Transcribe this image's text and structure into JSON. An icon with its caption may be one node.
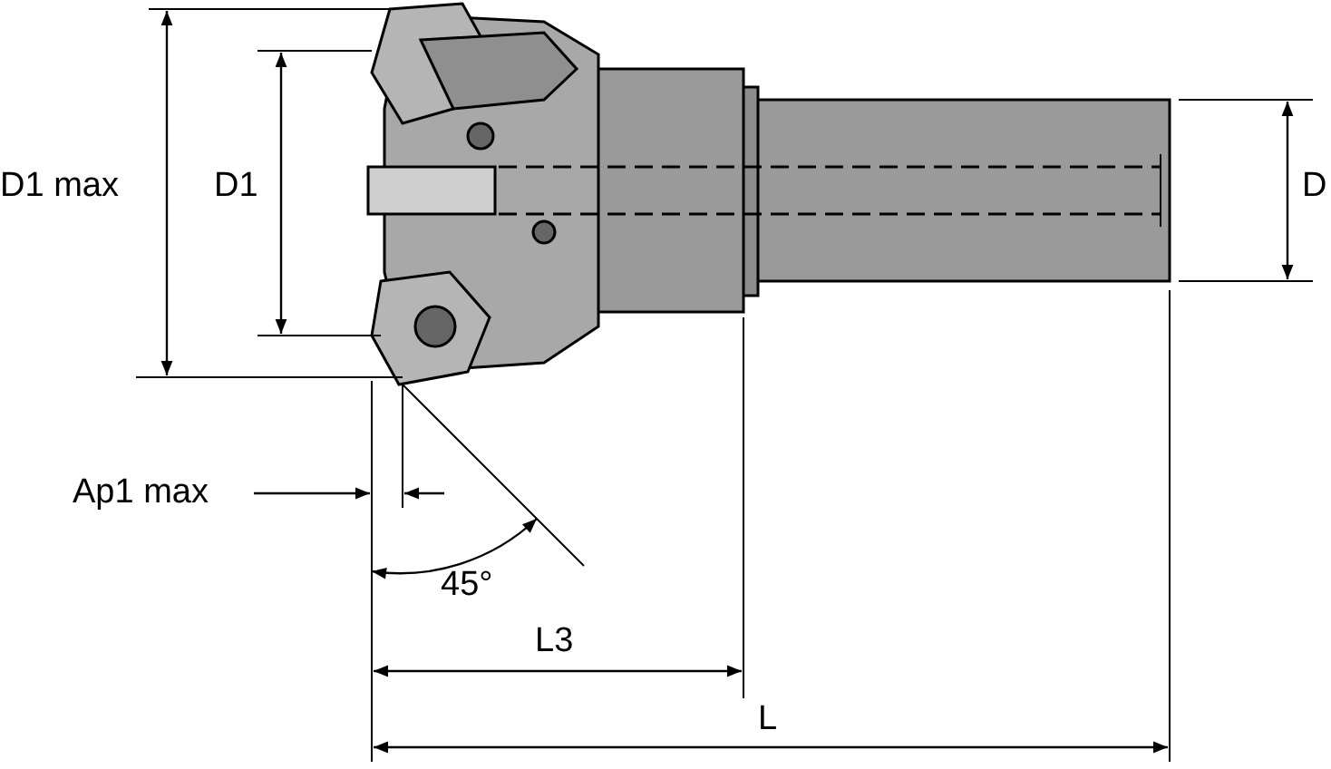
{
  "diagram": {
    "labels": [
      "D1 max",
      "D1",
      "D",
      "Ap1 max",
      "45°",
      "L3",
      "L"
    ]
  }
}
